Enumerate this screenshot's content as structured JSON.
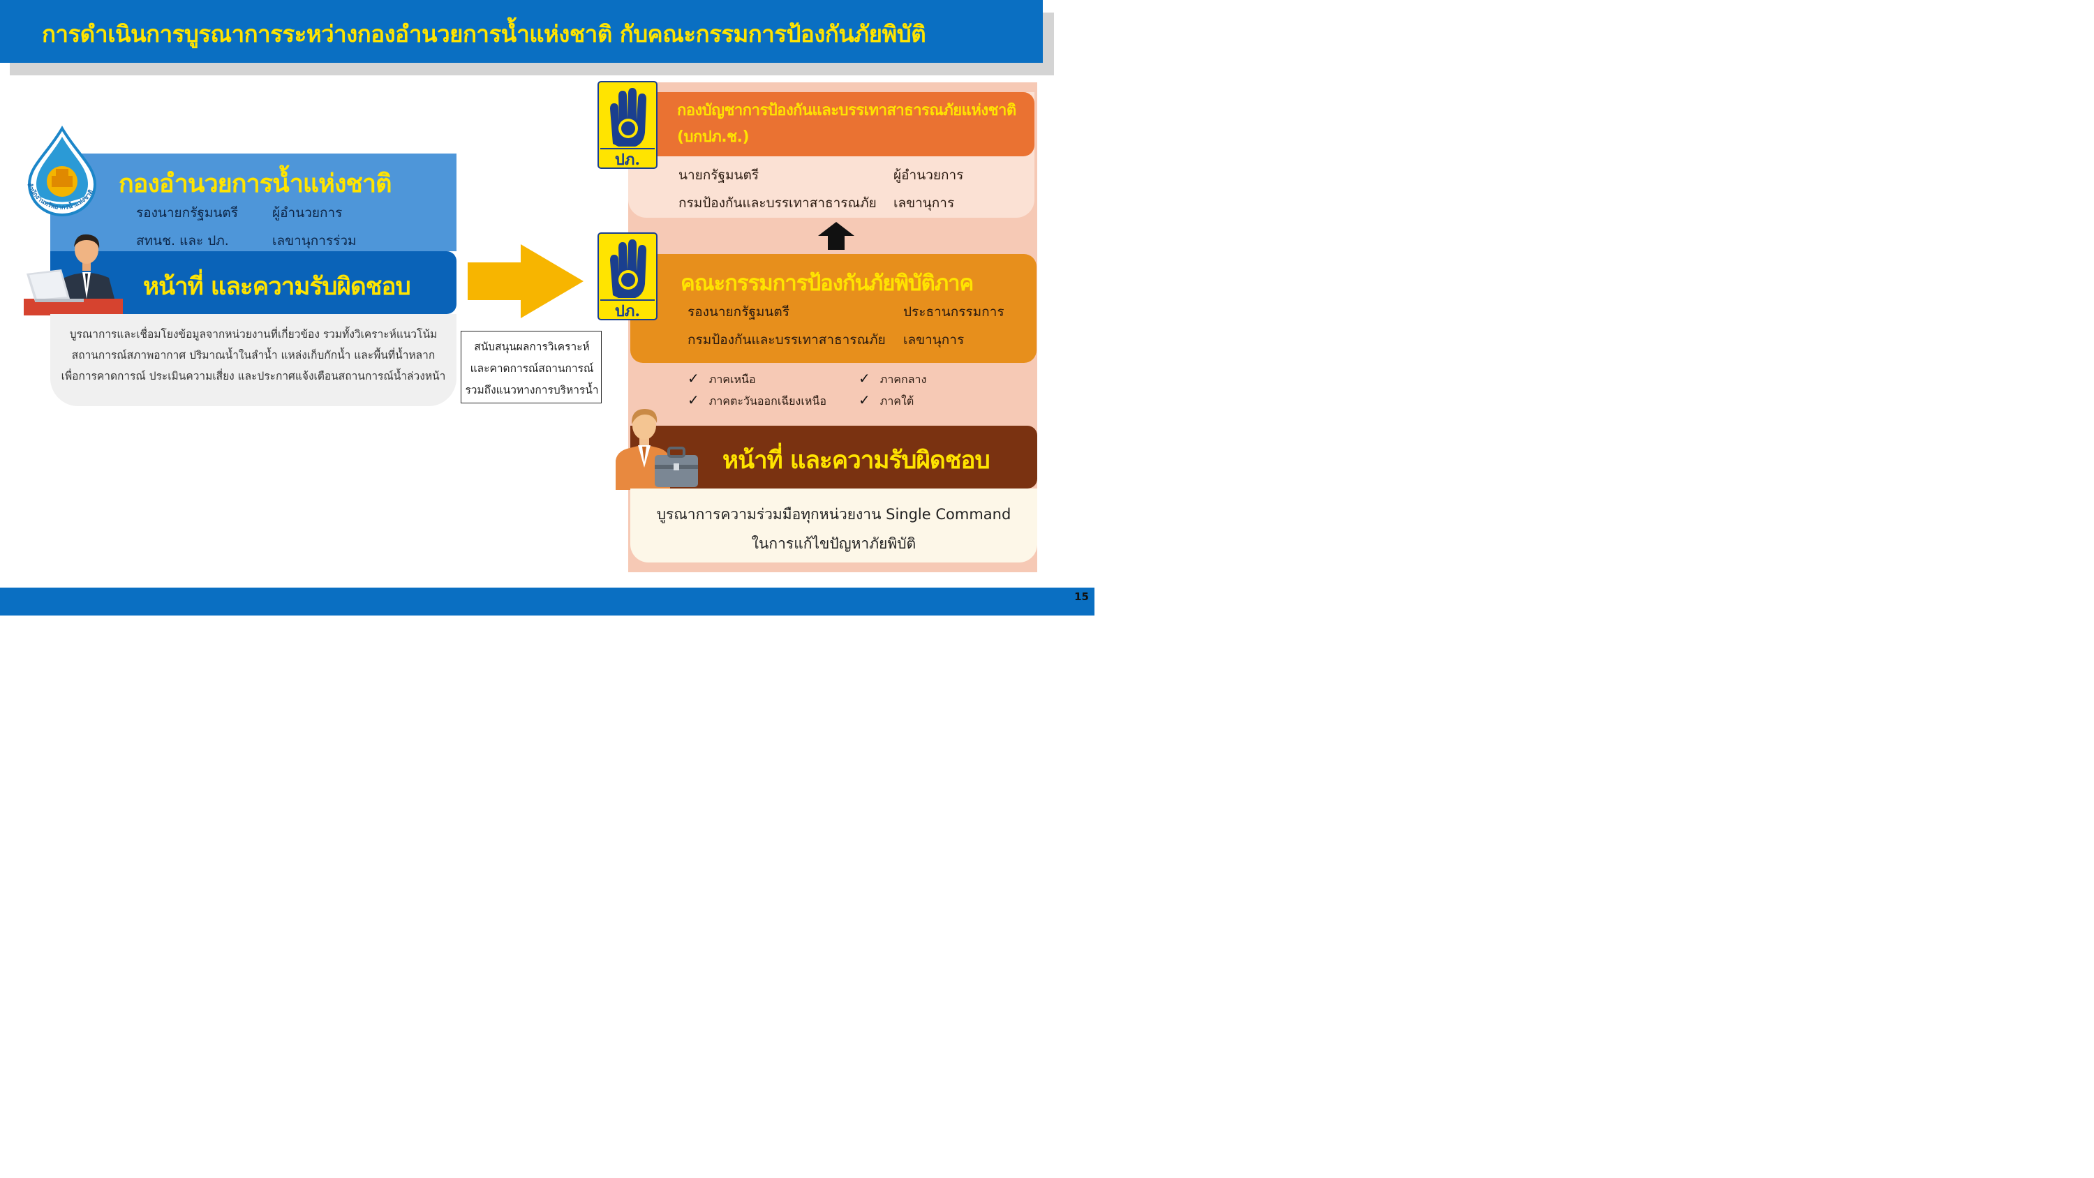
{
  "header": {
    "title": "การดำเนินการบูรณาการระหว่างกองอำนวยการน้ำแห่งชาติ กับคณะกรรมการป้องกันภัยพิบัติ"
  },
  "left_block": {
    "logo_text": "สำนักงานทรัพยากรน้ำแห่งชาติ",
    "title": "กองอำนวยการน้ำแห่งชาติ",
    "roles": [
      {
        "person": "รองนายกรัฐมนตรี",
        "position": "ผู้อำนวยการ"
      },
      {
        "person": "สทนช. และ ปภ.",
        "position": "เลขานุการร่วม"
      }
    ],
    "duty_title": "หน้าที่ และความรับผิดชอบ",
    "duty_lines": [
      "บูรณาการและเชื่อมโยงข้อมูลจากหน่วยงานที่เกี่ยวข้อง รวมทั้งวิเคราะห์แนวโน้ม",
      "สถานการณ์สภาพอากาศ ปริมาณน้ำในลำน้ำ แหล่งเก็บกักน้ำ และพื้นที่น้ำหลาก",
      "เพื่อการคาดการณ์ ประเมินความเสี่ยง และประกาศแจ้งเตือนสถานการณ์น้ำล่วงหน้า"
    ]
  },
  "support_box": {
    "lines": [
      "สนับสนุนผลการวิเคราะห์",
      "และคาดการณ์สถานการณ์",
      "รวมถึงแนวทางการบริหารน้ำ"
    ]
  },
  "right_block": {
    "logo_label": "ปภ.",
    "top": {
      "title_line1": "กองบัญชาการป้องกันและบรรเทาสาธารณภัยแห่งชาติ",
      "title_line2": "(บกปภ.ช.)",
      "roles": [
        {
          "person": "นายกรัฐมนตรี",
          "position": "ผู้อำนวยการ"
        },
        {
          "person": "กรมป้องกันและบรรเทาสาธารณภัย",
          "position": "เลขานุการ"
        }
      ]
    },
    "middle": {
      "title": "คณะกรรมการป้องกันภัยพิบัติภาค",
      "roles": [
        {
          "person": "รองนายกรัฐมนตรี",
          "position": "ประธานกรรมการ"
        },
        {
          "person": "กรมป้องกันและบรรเทาสาธารณภัย",
          "position": "เลขานุการ"
        }
      ]
    },
    "regions": [
      "ภาคเหนือ",
      "ภาคกลาง",
      "ภาคตะวันออกเฉียงเหนือ",
      "ภาคใต้"
    ],
    "check_symbol": "✓",
    "duty_title": "หน้าที่ และความรับผิดชอบ",
    "duty_lines": [
      "บูรณาการความร่วมมือทุกหน่วยงาน Single Command",
      "ในการแก้ไขปัญหาภัยพิบัติ"
    ]
  },
  "footer": {
    "page_number": "15"
  },
  "colors": {
    "brand_blue": "#0a6fc2",
    "title_yellow": "#ffe400",
    "arrow_yellow": "#f7b500",
    "orange": "#ea7232",
    "amber": "#e78f1c",
    "brown": "#7a3211"
  }
}
